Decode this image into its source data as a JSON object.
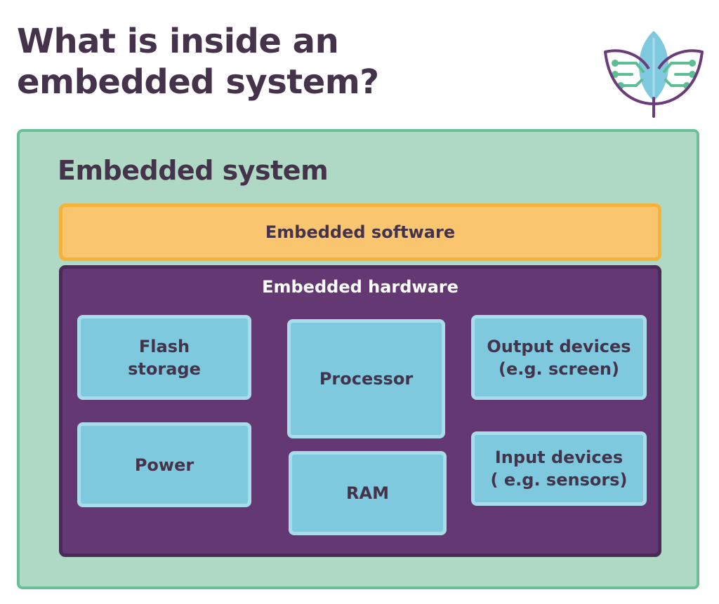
{
  "title": {
    "line1": "What is inside an",
    "line2": "embedded system?"
  },
  "logo": {
    "icon": "leaf-circuit-logo",
    "colors": {
      "leaf": "#7ec9dd",
      "circuit": "#5cbf94",
      "outline": "#6a3c7a"
    }
  },
  "diagram": {
    "system_label": "Embedded system",
    "software_label": "Embedded software",
    "hardware_label": "Embedded hardware",
    "components": {
      "flash": "Flash\nstorage",
      "power": "Power",
      "processor": "Processor",
      "ram": "RAM",
      "output": "Output devices\n(e.g. screen)",
      "input": "Input devices\n( e.g. sensors)"
    }
  },
  "colors": {
    "text_dark": "#44334a",
    "system_fill": "#b0d9c5",
    "system_border": "#6bbf96",
    "software_fill": "#f9c56e",
    "software_border": "#f5b23a",
    "hardware_fill": "#643973",
    "hardware_border": "#4a2a56",
    "component_fill": "#7ec9dd",
    "component_border": "#a9dcea"
  }
}
